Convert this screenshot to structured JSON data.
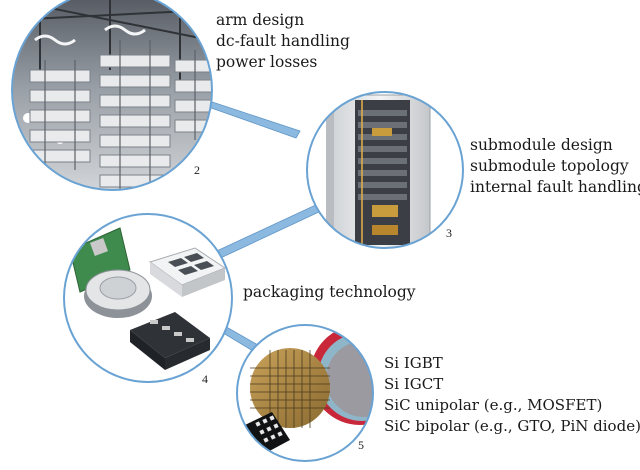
{
  "colors": {
    "ring": "#6aa3d3",
    "arrow": "#8cb9e0",
    "arrow_edge": "#5f95c6"
  },
  "bubbles": [
    {
      "number": "2",
      "subject": "power-hall-image",
      "labels": [
        "arm design",
        "dc-fault handling",
        "power losses"
      ]
    },
    {
      "number": "3",
      "subject": "submodule-cabinet-image",
      "labels": [
        "submodule design",
        "submodule topology",
        "internal fault handling"
      ]
    },
    {
      "number": "4",
      "subject": "semiconductor-packages-image",
      "labels": [
        "packaging technology"
      ]
    },
    {
      "number": "5",
      "subject": "wafers-image",
      "labels": [
        "Si IGBT",
        "Si IGCT",
        "SiC unipolar (e.g., MOSFET)",
        "SiC bipolar (e.g., GTO, PiN diode)"
      ]
    }
  ]
}
